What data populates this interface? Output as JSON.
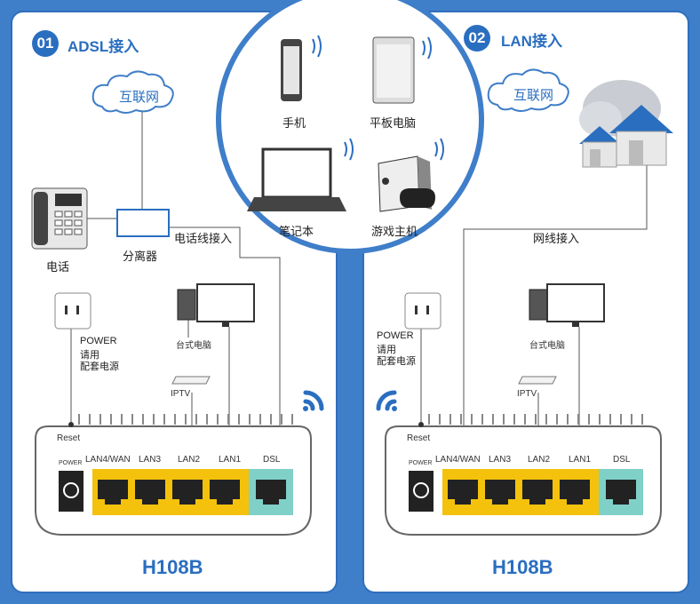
{
  "colors": {
    "accent": "#2a6ec0",
    "port_yellow": "#f4c20d",
    "port_teal": "#7fd1c8",
    "background": "#3f7ec9"
  },
  "devices": {
    "phone": "手机",
    "tablet": "平板电脑",
    "laptop": "笔记本",
    "console": "游戏主机"
  },
  "panels": [
    {
      "number": "01",
      "title": "ADSL接入",
      "internet": "互联网",
      "telephone": "电话",
      "splitter": "分离器",
      "phone_line": "电话线接入",
      "power_note": [
        "POWER",
        "请用",
        "配套电源"
      ],
      "desktop": "台式电脑",
      "iptv": "IPTV",
      "reset": "Reset",
      "power_port": "POWER",
      "ports": [
        "LAN4/WAN",
        "LAN3",
        "LAN2",
        "LAN1",
        "DSL"
      ],
      "model": "H108B"
    },
    {
      "number": "02",
      "title": "LAN接入",
      "internet": "互联网",
      "network_line": "网线接入",
      "power_note": [
        "POWER",
        "请用",
        "配套电源"
      ],
      "desktop": "台式电脑",
      "iptv": "IPTV",
      "reset": "Reset",
      "power_port": "POWER",
      "ports": [
        "LAN4/WAN",
        "LAN3",
        "LAN2",
        "LAN1",
        "DSL"
      ],
      "model": "H108B"
    }
  ],
  "icons": [
    "wifi-icon",
    "phone-icon",
    "tablet-icon",
    "laptop-icon",
    "game-console-icon",
    "cloud-icon",
    "house-icon",
    "telephone-icon",
    "splitter-icon",
    "power-outlet-icon",
    "desktop-pc-icon",
    "monitor-icon",
    "iptv-box-icon",
    "router-icon"
  ]
}
